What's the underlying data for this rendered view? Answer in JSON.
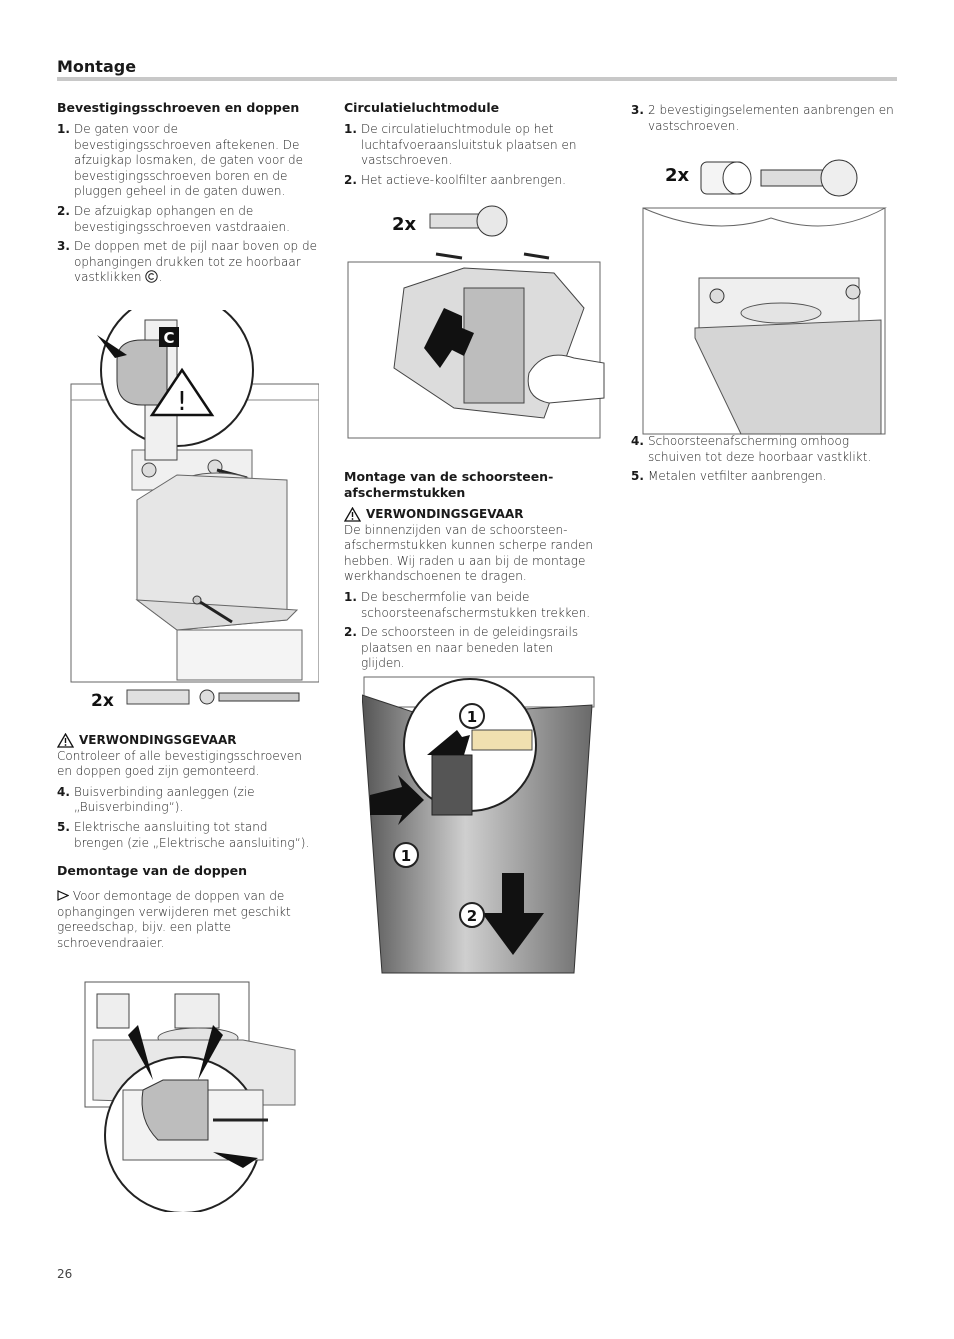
{
  "page": {
    "title": "Montage",
    "page_number": "26"
  },
  "col1": {
    "heading": "Bevestigingsschroeven en doppen",
    "steps": [
      {
        "n": "1.",
        "text": "De gaten voor de bevestigingsschroeven aftekenen. De afzuigkap losmaken, de gaten voor de bevestigingsschroeven boren en de pluggen geheel in de gaten duwen."
      },
      {
        "n": "2.",
        "text": "De afzuigkap ophangen en de bevestigingsschroeven vastdraaien."
      },
      {
        "n": "3.",
        "text": "De doppen met de pijl naar boven op de ophangingen drukken tot ze hoorbaar vastklikken"
      }
    ],
    "figure1": {
      "label_c": "C",
      "label_2x": "2x"
    },
    "warning": {
      "title": "VERWONDINGSGEVAAR",
      "text": "Controleer of alle bevestigingsschroeven en doppen goed zijn gemonteerd."
    },
    "steps2": [
      {
        "n": "4.",
        "text": "Buisverbinding aanleggen (zie „Buisverbinding“)."
      },
      {
        "n": "5.",
        "text": "Elektrische aansluiting tot stand brengen (zie „Elektrische aansluiting“)."
      }
    ],
    "heading2": "Demontage van de doppen",
    "demontage_text": "Voor demontage de doppen van de ophangingen verwijderen met geschikt gereedschap, bijv. een platte schroevendraaier."
  },
  "col2": {
    "heading": "Circulatieluchtmodule",
    "steps": [
      {
        "n": "1.",
        "text": "De circulatieluchtmodule op het luchtafvoeraansluitstuk plaatsen en vastschroeven."
      },
      {
        "n": "2.",
        "text": "Het actieve-koolfilter aanbrengen."
      }
    ],
    "figure_2x": "2x",
    "heading2": "Montage van de schoorsteen-afschermstukken",
    "warning": {
      "title": "VERWONDINGSGEVAAR",
      "text": "De binnenzijden van de schoorsteen-afschermstukken kunnen scherpe randen hebben. Wij raden u aan bij de montage werkhandschoenen te dragen."
    },
    "steps2": [
      {
        "n": "1.",
        "text": "De beschermfolie van beide schoorsteenafschermstukken trekken."
      },
      {
        "n": "2.",
        "text": "De schoorsteen in de geleidingsrails plaatsen en naar beneden laten glijden."
      }
    ],
    "figure_labels": [
      "1",
      "1",
      "2"
    ]
  },
  "col3": {
    "steps": [
      {
        "n": "3.",
        "text": "2 bevestigingselementen aanbrengen en vastschroeven."
      }
    ],
    "figure_2x": "2x",
    "steps2": [
      {
        "n": "4.",
        "text": "Schoorsteenafscherming omhoog schuiven tot deze hoorbaar vastklikt."
      },
      {
        "n": "5.",
        "text": "Metalen vetfilter aanbrengen."
      }
    ]
  }
}
